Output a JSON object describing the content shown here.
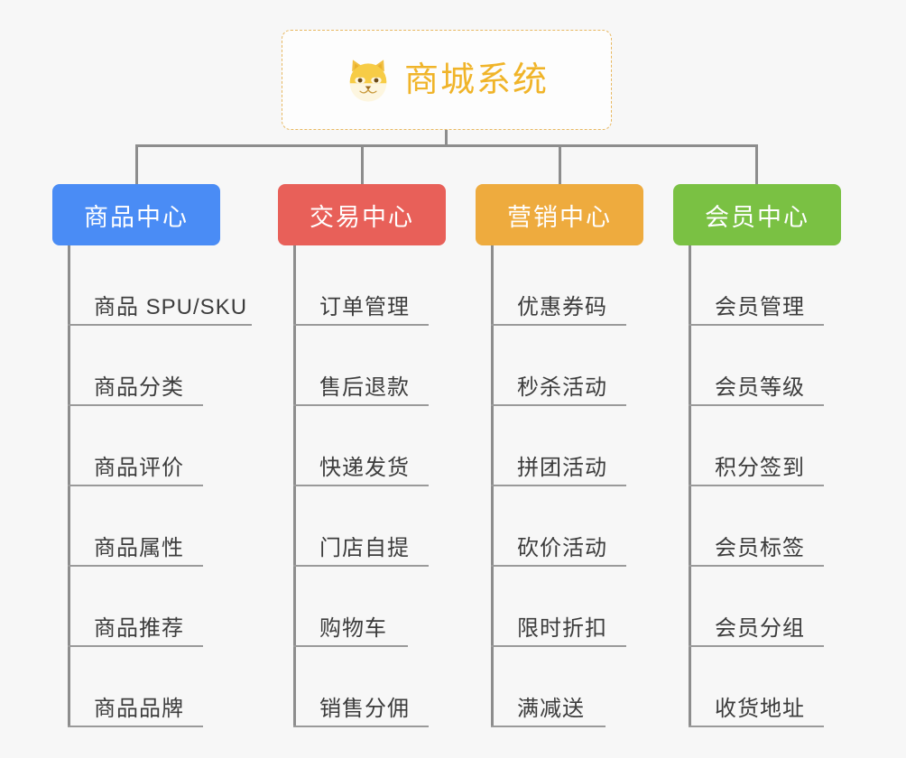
{
  "diagram": {
    "type": "org-chart",
    "background_color": "#f7f7f7",
    "root": {
      "title": "商城系统",
      "icon": "shiba-dog-face-icon",
      "text_color": "#f0b429",
      "border_color": "#e8b860",
      "background_color": "#fdfdfd"
    },
    "connector_color": "#8d8d8d",
    "leaf_rule_color": "#9a9a9a",
    "leaf_text_color": "#3c3c3c",
    "branches": [
      {
        "label": "商品中心",
        "color": "#4a8cf5",
        "items": [
          "商品 SPU/SKU",
          "商品分类",
          "商品评价",
          "商品属性",
          "商品推荐",
          "商品品牌"
        ]
      },
      {
        "label": "交易中心",
        "color": "#e86059",
        "items": [
          "订单管理",
          "售后退款",
          "快递发货",
          "门店自提",
          "购物车",
          "销售分佣"
        ]
      },
      {
        "label": "营销中心",
        "color": "#eeab3e",
        "items": [
          "优惠券码",
          "秒杀活动",
          "拼团活动",
          "砍价活动",
          "限时折扣",
          "满减送"
        ]
      },
      {
        "label": "会员中心",
        "color": "#7ac143",
        "items": [
          "会员管理",
          "会员等级",
          "积分签到",
          "会员标签",
          "会员分组",
          "收货地址"
        ]
      }
    ]
  }
}
